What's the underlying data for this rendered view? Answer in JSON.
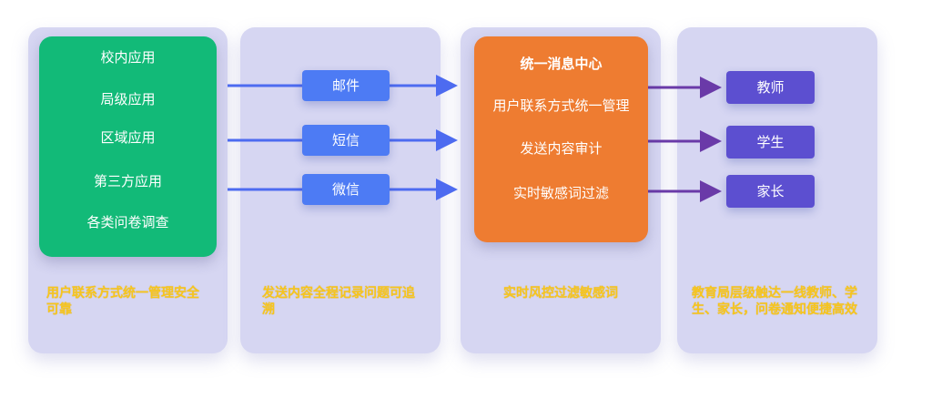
{
  "apps": {
    "items": [
      "校内应用",
      "局级应用",
      "区域应用",
      "第三方应用",
      "各类问卷调查"
    ]
  },
  "channels": [
    "邮件",
    "短信",
    "微信"
  ],
  "center": {
    "title": "统一消息中心",
    "items": [
      "用户联系方式统一管理",
      "发送内容审计",
      "实时敏感词过滤"
    ]
  },
  "recipients": [
    "教师",
    "学生",
    "家长"
  ],
  "captions": {
    "panel1": "用户联系方式统一管理安全可靠",
    "panel2": "发送内容全程记录问题可追溯",
    "panel3": "实时风控过滤敏感词",
    "panel4": "教育局层级触达一线教师、学生、家长，问卷通知便捷高效"
  },
  "colors": {
    "apps_box": "#12ba78",
    "center_box": "#ee7c31",
    "channel_chip": "#4d7bf4",
    "recipient_chip": "#5c4fd0",
    "caption": "#f7c51c"
  }
}
